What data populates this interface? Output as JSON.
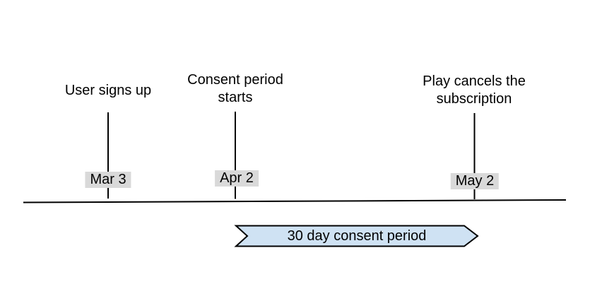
{
  "timeline": {
    "events": [
      {
        "name": "user-signs-up",
        "label": "User signs up",
        "date": "Mar 3"
      },
      {
        "name": "consent-period-starts",
        "label": "Consent period\nstarts",
        "date": "Apr 2"
      },
      {
        "name": "play-cancels",
        "label": "Play cancels the\nsubscription",
        "date": "May 2"
      }
    ],
    "banner_label": "30 day consent period",
    "colors": {
      "banner_fill": "#cfe2f3",
      "banner_stroke": "#000000",
      "date_label_bg": "#d9d9d9",
      "axis_color": "#000000",
      "text_color": "#000000"
    }
  }
}
